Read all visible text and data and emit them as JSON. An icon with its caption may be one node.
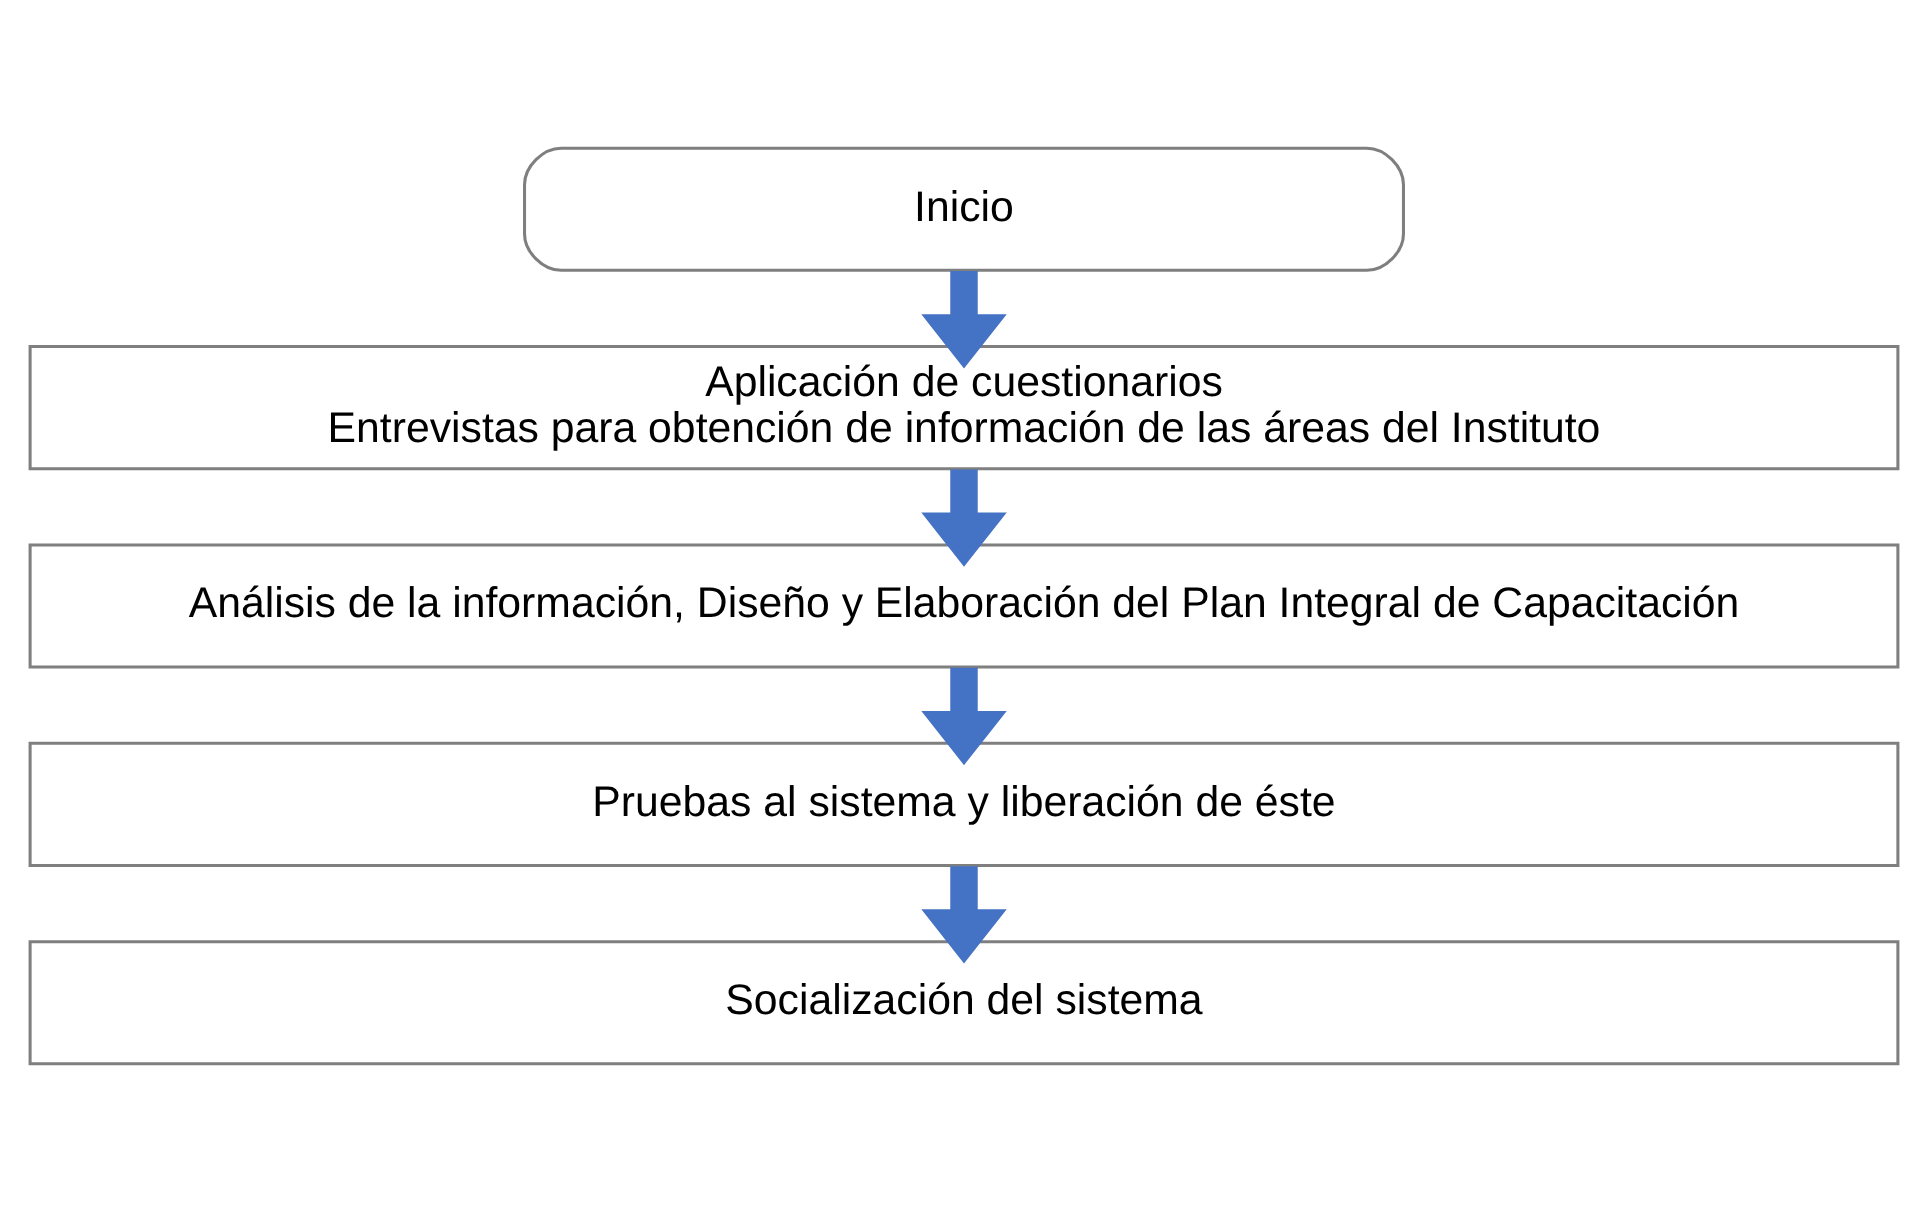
{
  "diagram": {
    "nodes": [
      {
        "text": [
          "Inicio"
        ]
      },
      {
        "text": [
          "Aplicación de cuestionarios",
          "Entrevistas para obtención de información de las áreas del Instituto"
        ]
      },
      {
        "text": [
          "Análisis de la información, Diseño y Elaboración del Plan Integral de Capacitación"
        ]
      },
      {
        "text": [
          "Pruebas al sistema y liberación de éste"
        ]
      },
      {
        "text": [
          "Socialización del sistema"
        ]
      }
    ],
    "edges": [
      {
        "from": 0,
        "to": 1,
        "arrow": "to"
      },
      {
        "from": 1,
        "to": 2,
        "arrow": "to"
      },
      {
        "from": 2,
        "to": 3,
        "arrow": "to"
      },
      {
        "from": 3,
        "to": 4,
        "arrow": "to"
      }
    ]
  }
}
